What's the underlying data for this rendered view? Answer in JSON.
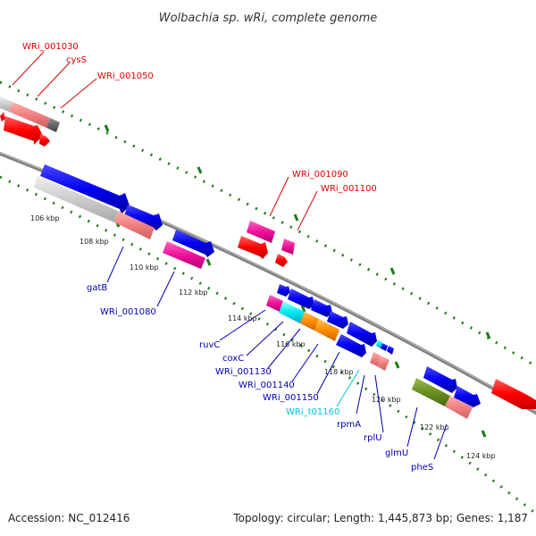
{
  "title": "Wolbachia sp. wRi, complete genome",
  "footer": {
    "accession": "Accession: NC_012416",
    "summary": "Topology: circular; Length: 1,445,873 bp; Genes: 1,187"
  },
  "colors": {
    "backbone": "#808080",
    "tick": "#1a7a1a",
    "label_red": "#e00000",
    "label_blue": "#0000b0",
    "label_cyan": "#00c0e0",
    "feature_red": "#ff0000",
    "feature_blue": "#0000ee",
    "feature_magenta": "#ee1199",
    "feature_pink": "#f08080",
    "feature_gray": "#c8c8c8",
    "feature_darkgray": "#606060",
    "feature_cyan": "#00e8f0",
    "feature_orange": "#ff8c00",
    "feature_olive": "#6b8e23"
  },
  "kbp_labels": [
    "106 kbp",
    "108 kbp",
    "110 kbp",
    "112 kbp",
    "114 kbp",
    "116 kbp",
    "118 kbp",
    "120 kbp",
    "122 kbp",
    "124 kbp"
  ],
  "gene_labels_top": [
    "WRi_001030",
    "cysS",
    "WRi_001050",
    "WRi_001090",
    "WRi_001100"
  ],
  "gene_labels_bottom": [
    "gatB",
    "WRi_001080",
    "ruvC",
    "coxC",
    "WRi_001130",
    "WRi_001140",
    "WRi_001150",
    "WRi_t01160",
    "rpmA",
    "rplU",
    "glmU",
    "pheS"
  ]
}
